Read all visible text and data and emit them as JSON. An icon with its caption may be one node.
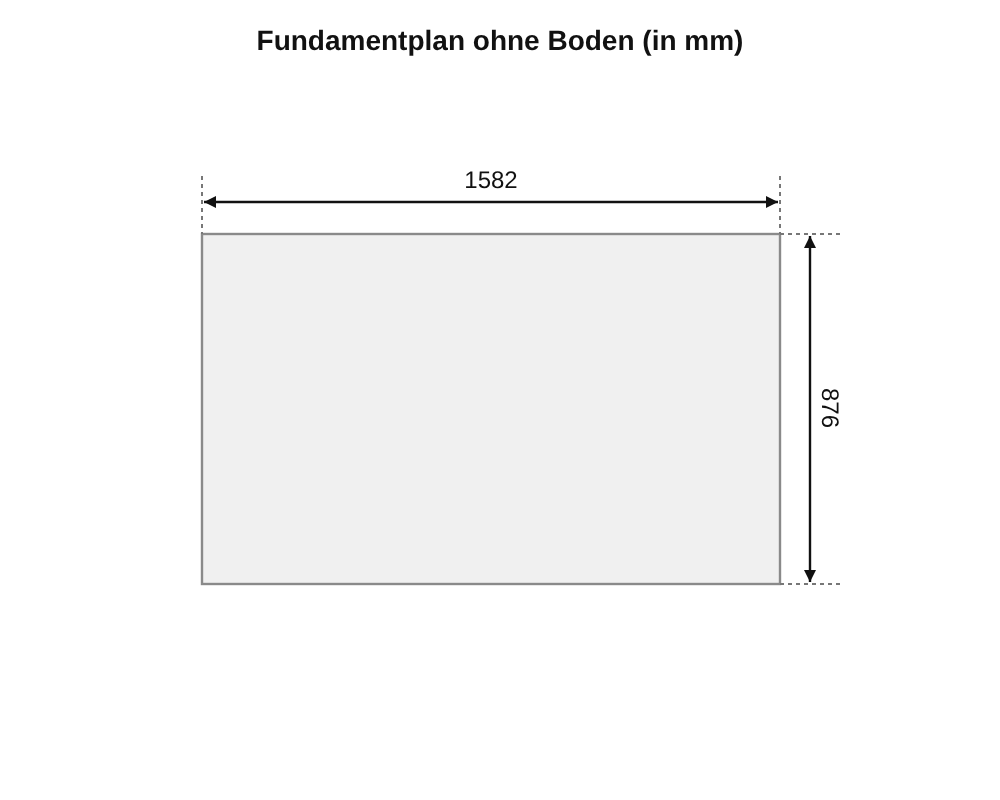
{
  "diagram": {
    "title": "Fundamentplan ohne Boden (in mm)",
    "nodes": [
      {
        "text": [],
        "shape": "box"
      }
    ],
    "labels": [
      "1582",
      "876"
    ]
  }
}
